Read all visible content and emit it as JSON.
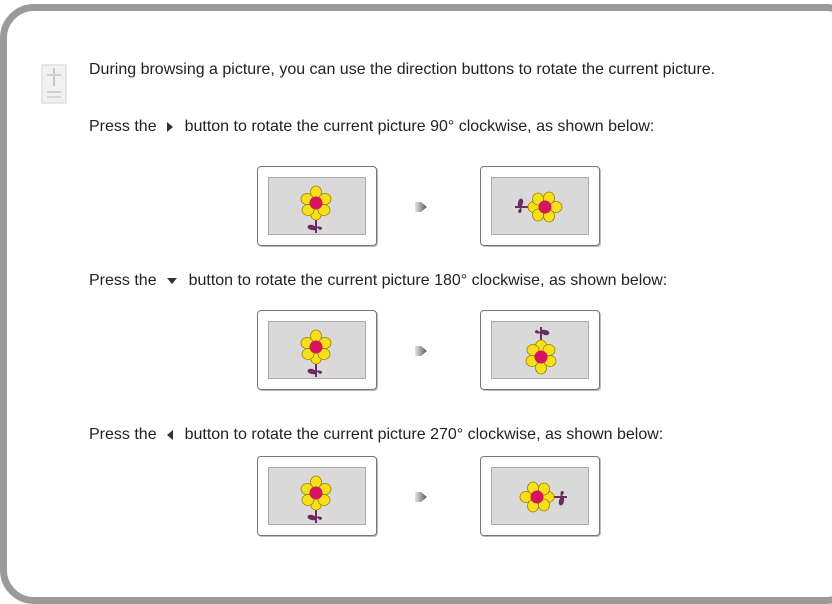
{
  "intro": {
    "text": "During browsing a picture, you can use the direction buttons to rotate the current picture."
  },
  "instructions": [
    {
      "prefix": "Press the",
      "button": "right",
      "suffix": "button to rotate the current picture 90° clockwise, as shown below:"
    },
    {
      "prefix": "Press the",
      "button": "down",
      "suffix": "button to rotate the current picture 180° clockwise, as shown below:"
    },
    {
      "prefix": "Press the",
      "button": "left",
      "suffix": "button to rotate the current picture 270° clockwise, as shown below:"
    }
  ],
  "icons": {
    "note": "note-icon",
    "right_button": "right-triangle-icon",
    "down_button": "down-triangle-icon",
    "left_button": "left-triangle-icon",
    "arrow": "arrow-right-icon",
    "flower": "flower-icon"
  },
  "colors": {
    "petal": "#f6e01a",
    "petal_outline": "#a07f00",
    "center": "#d6145f",
    "stem_leaf": "#6a2a63",
    "frame": "#9a9a9a"
  }
}
